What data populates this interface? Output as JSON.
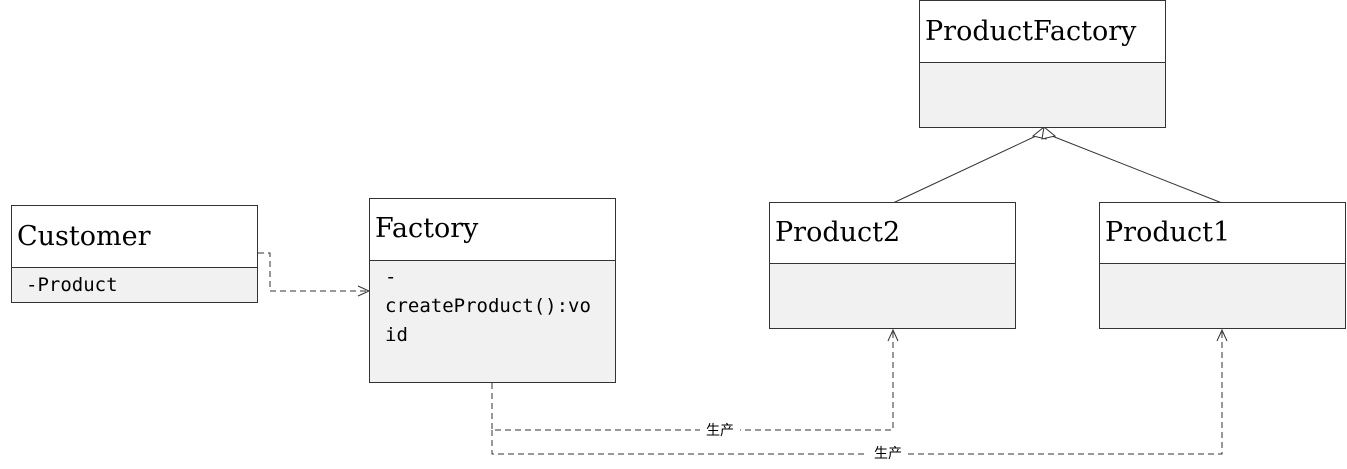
{
  "diagram": {
    "type": "uml-class-diagram",
    "colors": {
      "line": "#333333",
      "body_fill": "#f1f1f1",
      "head_fill": "#ffffff"
    },
    "classes": [
      {
        "id": "customer",
        "name": "Customer",
        "members": [
          "-Product"
        ]
      },
      {
        "id": "factory",
        "name": "Factory",
        "members": [
          "-",
          "createProduct():vo",
          "id"
        ]
      },
      {
        "id": "product-factory",
        "name": "ProductFactory",
        "members": []
      },
      {
        "id": "product2",
        "name": "Product2",
        "members": []
      },
      {
        "id": "product1",
        "name": "Product1",
        "members": []
      }
    ],
    "relations": [
      {
        "from": "Customer",
        "to": "Factory",
        "kind": "dependency",
        "label": ""
      },
      {
        "from": "Factory",
        "to": "Product2",
        "kind": "dependency",
        "label": "生产"
      },
      {
        "from": "Factory",
        "to": "Product1",
        "kind": "dependency",
        "label": "生产"
      },
      {
        "from": "Product2",
        "to": "ProductFactory",
        "kind": "generalization",
        "label": ""
      },
      {
        "from": "Product1",
        "to": "ProductFactory",
        "kind": "generalization",
        "label": ""
      }
    ]
  }
}
